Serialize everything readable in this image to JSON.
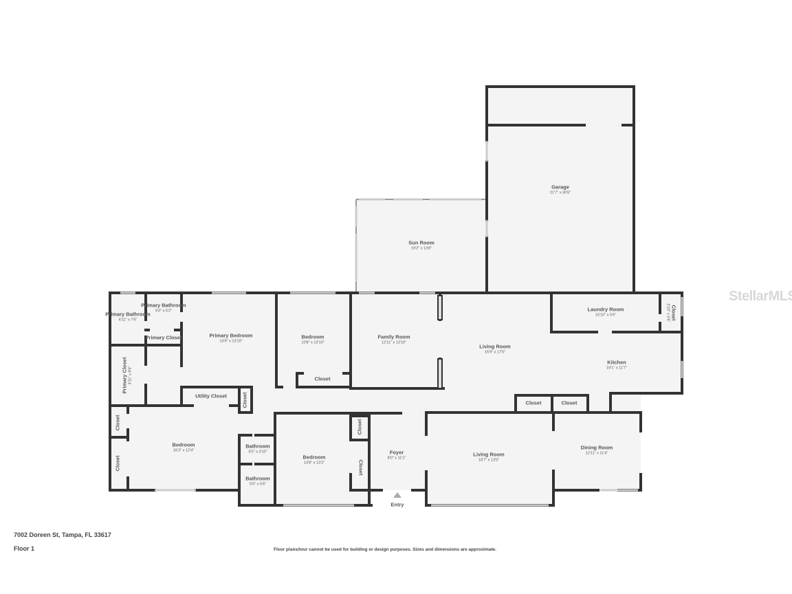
{
  "address": "7002 Doreen St, Tampa, FL 33617",
  "floor": "Floor 1",
  "disclaimer": "Floor plans/tour cannot be used for building or design purposes. Sizes and dimensions are approximate.",
  "watermark": "StellarMLS",
  "entry_label": "Entry",
  "colors": {
    "wall": "#333333",
    "floor": "#f4f4f4",
    "window": "#cccccc"
  },
  "rooms": [
    {
      "name": "Garage",
      "dims": "21'7\" x 30'6\""
    },
    {
      "name": "Sun Room",
      "dims": "19'2\" x 13'8\""
    },
    {
      "name": "Primary Bathroom",
      "dims": "4'11\" x 7'6\""
    },
    {
      "name": "Primary Bathroom",
      "dims": "5'0\" x 5'2\""
    },
    {
      "name": "Primary Closet",
      "dims": ""
    },
    {
      "name": "Primary Bedroom",
      "dims": "13'9\" x 13'10\""
    },
    {
      "name": "Bedroom",
      "dims": "10'8\" x 13'10\""
    },
    {
      "name": "Closet",
      "dims": ""
    },
    {
      "name": "Family Room",
      "dims": "12'11\" x 13'10\""
    },
    {
      "name": "Living Room",
      "dims": "15'9\" x 17'5\""
    },
    {
      "name": "Laundry Room",
      "dims": "15'10\" x 5'6\""
    },
    {
      "name": "Closet",
      "dims": "2'10\" x 5'6\""
    },
    {
      "name": "Kitchen",
      "dims": "19'1\" x 11'7\""
    },
    {
      "name": "Primary Closet",
      "dims": "4'11\" x 8'6\""
    },
    {
      "name": "Utility Closet",
      "dims": ""
    },
    {
      "name": "Closet",
      "dims": ""
    },
    {
      "name": "Closet",
      "dims": ""
    },
    {
      "name": "Closet",
      "dims": ""
    },
    {
      "name": "Bedroom",
      "dims": "16'3\" x 12'4\""
    },
    {
      "name": "Bathroom",
      "dims": "5'0\" x 3'10\""
    },
    {
      "name": "Bathroom",
      "dims": "5'0\" x 5'6\""
    },
    {
      "name": "Bedroom",
      "dims": "13'8\" x 13'2\""
    },
    {
      "name": "Closet",
      "dims": ""
    },
    {
      "name": "Closet",
      "dims": ""
    },
    {
      "name": "Foyer",
      "dims": "8'0\" x 11'1\""
    },
    {
      "name": "Closet",
      "dims": ""
    },
    {
      "name": "Closet",
      "dims": ""
    },
    {
      "name": "Living Room",
      "dims": "18'7\" x 13'5\""
    },
    {
      "name": "Dining Room",
      "dims": "12'11\" x 11'4\""
    }
  ]
}
